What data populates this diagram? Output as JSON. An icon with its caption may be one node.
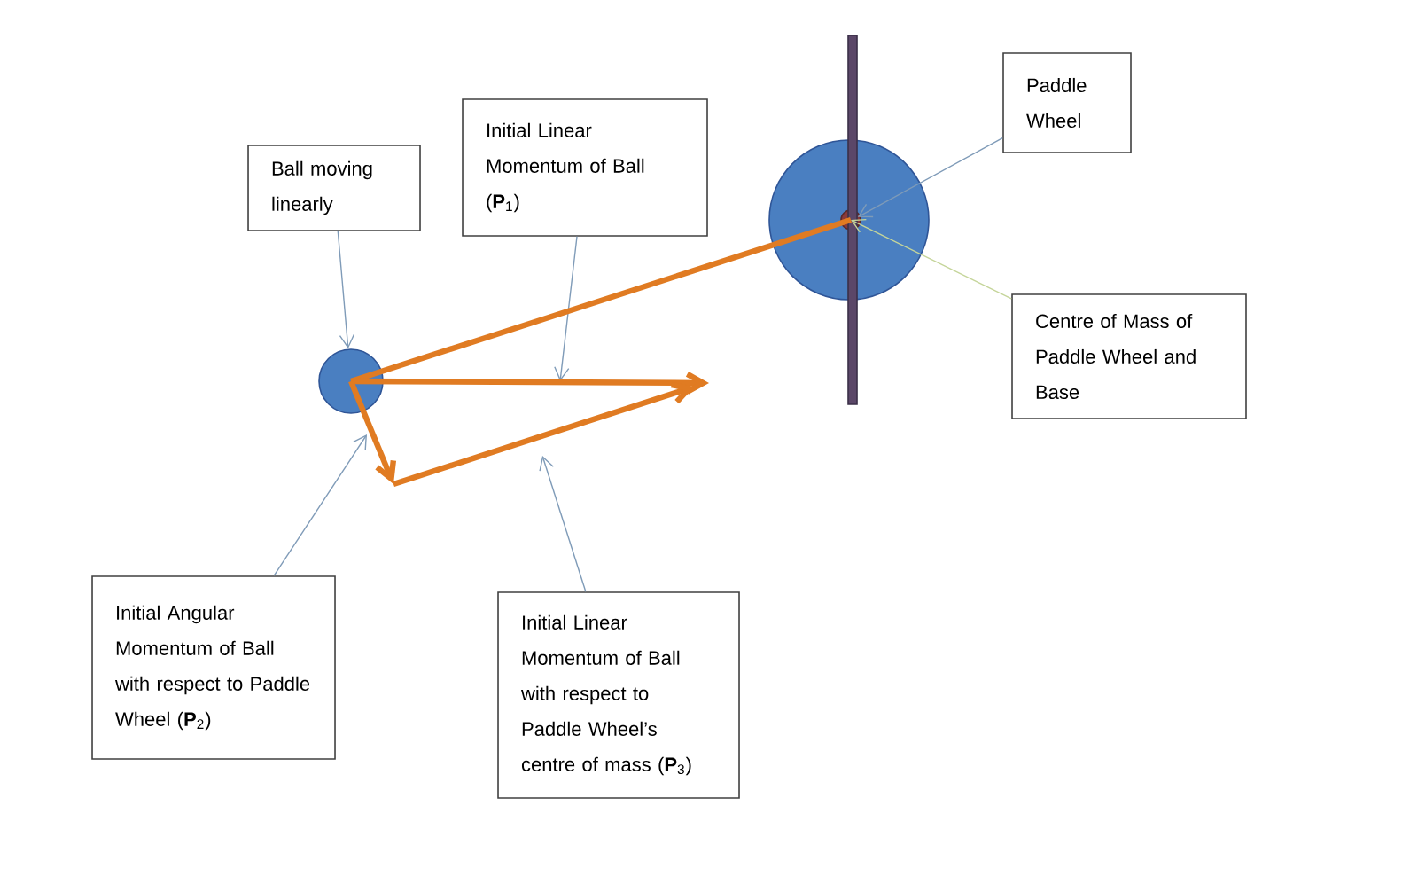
{
  "diagram": {
    "nodes": [
      {
        "text": [
          "Ball moving linearly"
        ]
      },
      {
        "text": [
          "Initial Linear Momentum of Ball (**P**$_{1}$)"
        ]
      },
      {
        "text": [
          "Paddle Wheel"
        ]
      },
      {
        "text": [
          "Centre of Mass of Paddle Wheel and Base"
        ]
      },
      {
        "text": [
          "Initial Angular Momentum of Ball with respect to Paddle Wheel (**P**$_{2}$)"
        ]
      },
      {
        "text": [
          "Initial Linear Momentum of Ball with respect to Paddle Wheel’s centre of mass (**P**$_{3}$)"
        ]
      },
      {
        "text": [],
        "shape": "circle"
      },
      {
        "text": [],
        "shape": "circle"
      },
      {
        "text": [],
        "shape": "bar"
      },
      {
        "text": [],
        "shape": "circle",
        "in": 7
      }
    ],
    "edges": [
      {
        "from": 0,
        "to": 6,
        "arrow": "to"
      },
      {
        "from": 1,
        "to": null,
        "arrow": "to"
      },
      {
        "from": 2,
        "to": 8,
        "arrow": "to"
      },
      {
        "from": 3,
        "to": 9,
        "arrow": "to",
        "color": "#c5d59a"
      },
      {
        "from": 4,
        "to": null,
        "arrow": "to"
      },
      {
        "from": 5,
        "to": null,
        "arrow": "to"
      },
      {
        "from": 6,
        "to": 9,
        "arrow": "none",
        "style": "thick",
        "color": "#e07b22"
      },
      {
        "from": 6,
        "to": null,
        "arrow": "to",
        "style": "thick",
        "color": "#e07b22"
      },
      {
        "from": 6,
        "to": null,
        "arrow": "to",
        "style": "thick",
        "color": "#e07b22"
      }
    ]
  }
}
